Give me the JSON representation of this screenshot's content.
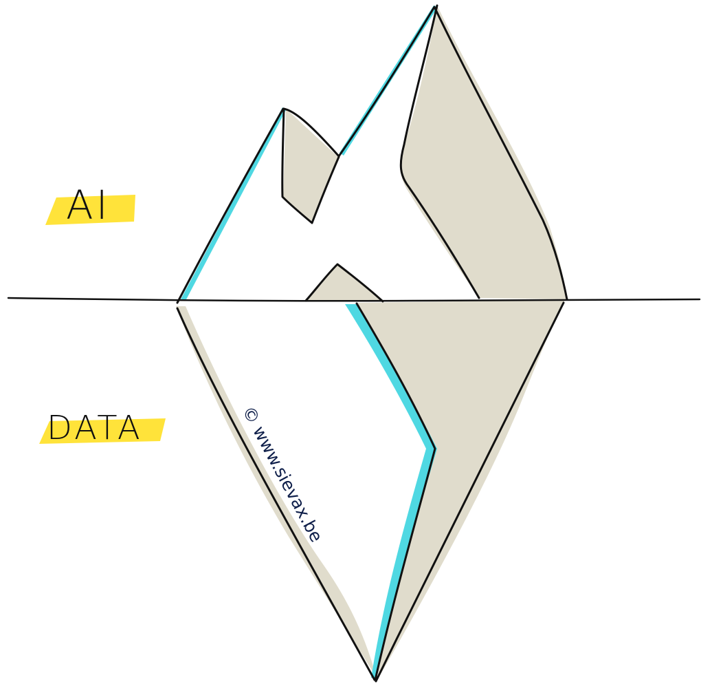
{
  "labels": {
    "top": "AI",
    "bottom": "DATA"
  },
  "credit": "© www.sievax.be",
  "colors": {
    "highlighter": "#ffe33a",
    "ice_shadow": "#e0dccc",
    "ice_edge": "#4fd8e2",
    "ink": "#111111",
    "credit_ink": "#0f1f4a",
    "background": "#ffffff"
  }
}
